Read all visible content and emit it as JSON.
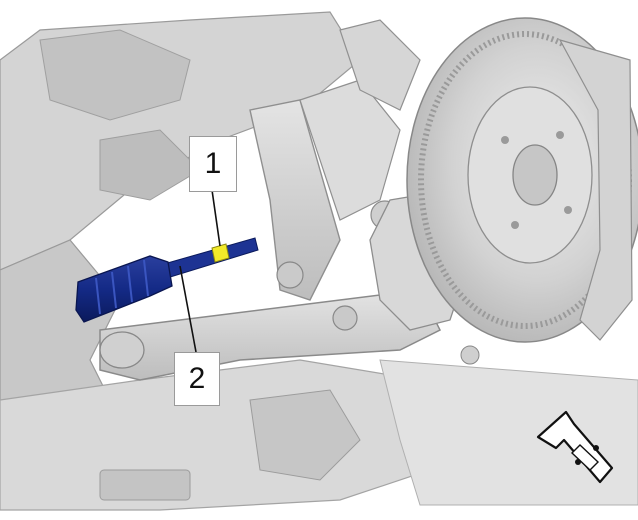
{
  "diagram": {
    "callouts": [
      {
        "label": "1",
        "part": "yellow-mark-on-tie-rod"
      },
      {
        "label": "2",
        "part": "tie-rod-boot"
      }
    ],
    "colors": {
      "background": "#ffffff",
      "line_art": "#b9b9b9",
      "boot": "#142a86",
      "mark": "#f2ea2a"
    },
    "icons": {
      "direction": "vehicle-front-arrow-icon"
    }
  }
}
